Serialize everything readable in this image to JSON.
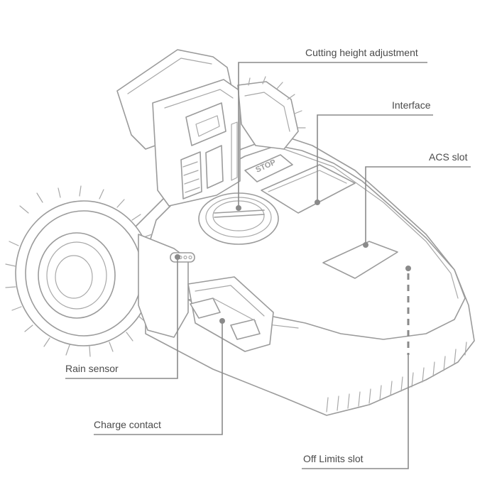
{
  "labels": {
    "cutting_height": "Cutting height adjustment",
    "interface": "Interface",
    "acs_slot": "ACS slot",
    "rain_sensor": "Rain sensor",
    "charge_contact": "Charge contact",
    "off_limits_slot": "Off Limits slot"
  },
  "device": {
    "stop_button_text": "STOP"
  },
  "colors": {
    "line": "#9b9b9b",
    "leader": "#8a8a8a",
    "text": "#4a4a4a",
    "background": "#ffffff"
  }
}
